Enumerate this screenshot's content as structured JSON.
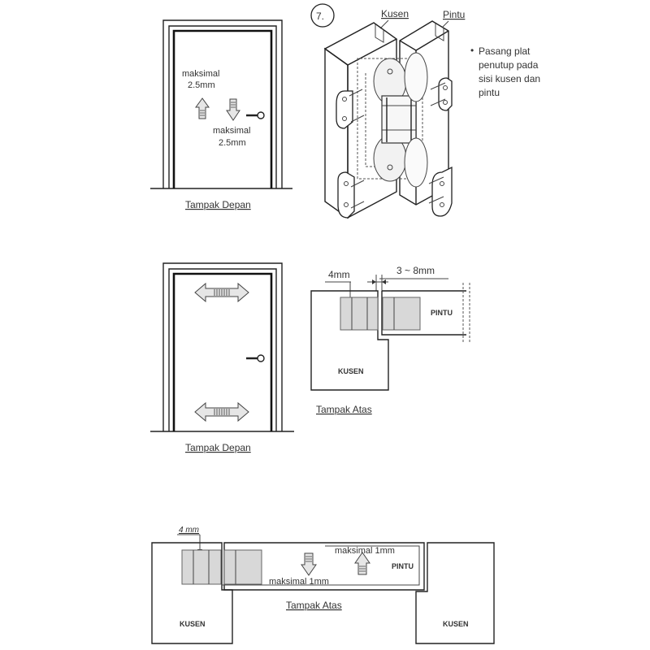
{
  "panel1": {
    "up_label_1": "maksimal",
    "up_label_2": "2.5mm",
    "down_label_1": "maksimal",
    "down_label_2": "2.5mm",
    "caption": "Tampak Depan"
  },
  "panel2": {
    "step_number": "7.",
    "frame_label": "Kusen",
    "door_label": "Pintu",
    "note_bullet": "•",
    "note_lines": [
      "Pasang plat",
      "penutup pada",
      "sisi kusen dan",
      "pintu"
    ]
  },
  "panel3": {
    "caption": "Tampak Depan"
  },
  "panel4": {
    "dim_4mm": "4mm",
    "dim_gap": "3 ~ 8mm",
    "door_label": "PINTU",
    "frame_label": "KUSEN",
    "caption": "Tampak Atas"
  },
  "panel5": {
    "dim_4mm": "4 mm",
    "up_label": "maksimal 1mm",
    "down_label": "maksimal 1mm",
    "door_label": "PINTU",
    "frame_left_label": "KUSEN",
    "frame_right_label": "KUSEN",
    "caption": "Tampak Atas"
  },
  "icons": [
    "arrow-up-icon",
    "arrow-down-icon",
    "arrow-left-right-icon",
    "door-handle-icon",
    "hinge-icon",
    "screw-icon"
  ]
}
